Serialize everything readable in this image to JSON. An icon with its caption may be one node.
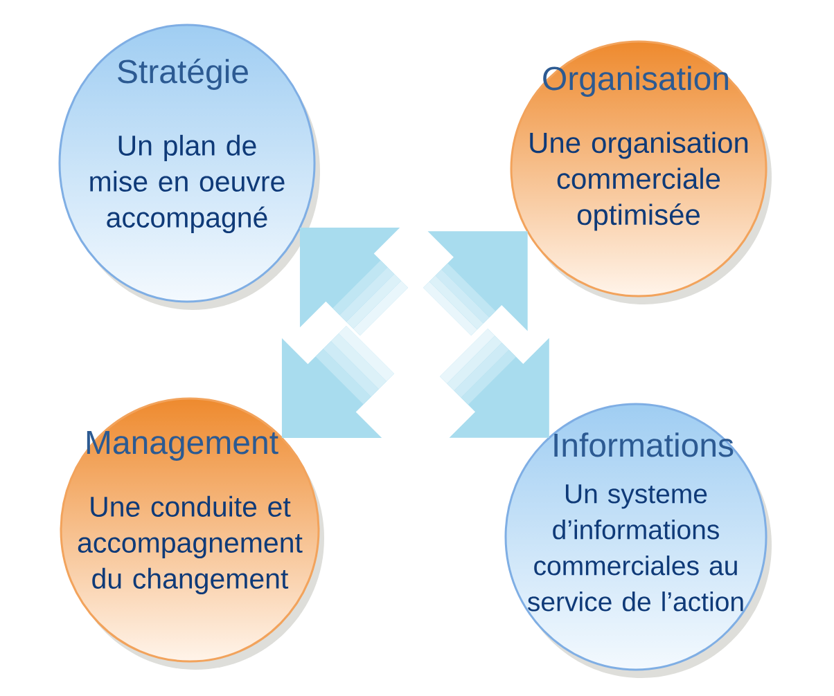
{
  "diagram": {
    "nodes": [
      {
        "text": [
          "Stratégie",
          "Un plan de mise en oeuvre accompagné"
        ]
      },
      {
        "text": [
          "Organisation",
          "Une organisation commerciale optimisée"
        ]
      },
      {
        "text": [
          "Management",
          "Une conduite et accompagnement du changement"
        ]
      },
      {
        "text": [
          "Informations",
          "Un systeme d’informations commerciales au service de l’action"
        ]
      }
    ],
    "edges": [
      {
        "from": null,
        "to": 0,
        "arrow": "to"
      },
      {
        "from": null,
        "to": 1,
        "arrow": "to"
      },
      {
        "from": null,
        "to": 2,
        "arrow": "to"
      },
      {
        "from": null,
        "to": 3,
        "arrow": "to"
      }
    ]
  }
}
